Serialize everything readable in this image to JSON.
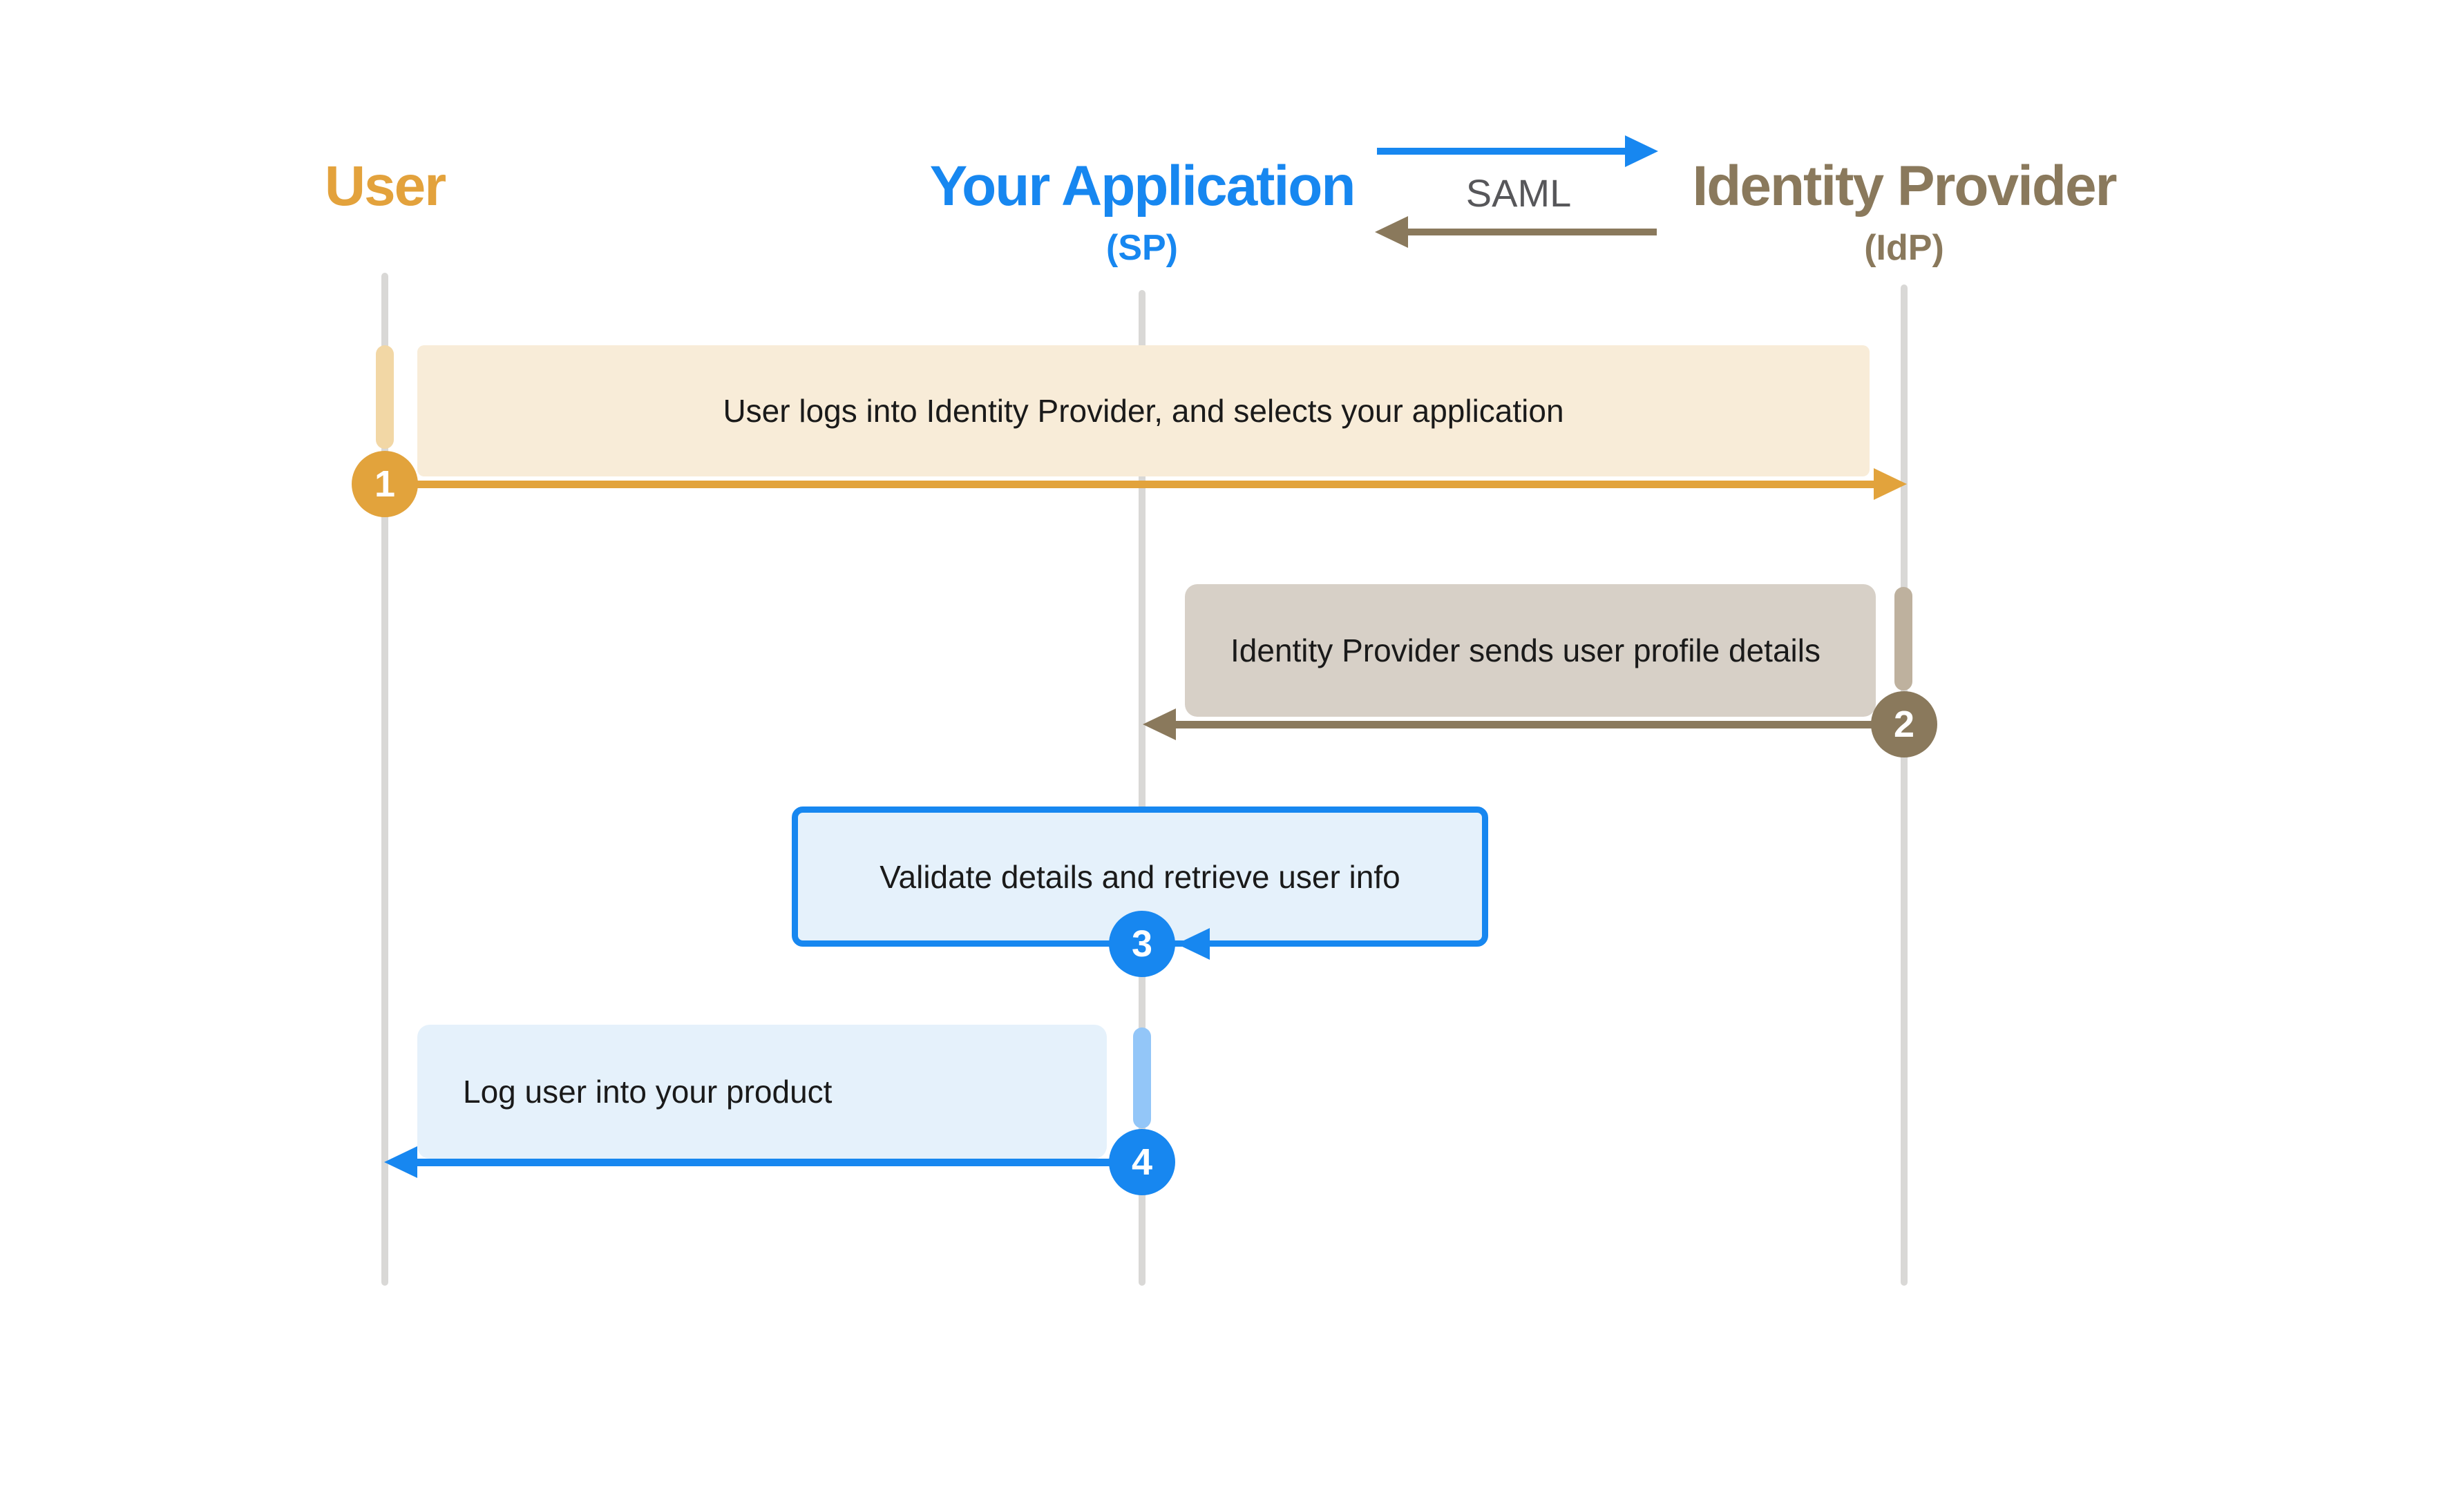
{
  "actors": [
    {
      "label": "User",
      "sublabel": "",
      "color": "#e3a23c"
    },
    {
      "label": "Your Application",
      "sublabel": "(SP)",
      "color": "#1787f0"
    },
    {
      "label": "Identity Provider",
      "sublabel": "(IdP)",
      "color": "#8a795c"
    }
  ],
  "legend": {
    "label": "SAML",
    "forward_arrow_color": "#1787f0",
    "return_arrow_color": "#8a795c",
    "label_color": "#57575a"
  },
  "messages": [
    {
      "step": "1",
      "text": "User logs into Identity Provider, and selects your application",
      "from": "User",
      "to": "Identity Provider",
      "arrow_color": "#e2a33c",
      "box_color": "#f8ecd8"
    },
    {
      "step": "2",
      "text": "Identity Provider sends user profile details",
      "from": "Identity Provider",
      "to": "Your Application",
      "arrow_color": "#8a795c",
      "box_color": "#d7d0c7"
    },
    {
      "step": "3",
      "text": "Validate details and retrieve user info",
      "from": "Your Application",
      "to": "Your Application",
      "arrow_color": "#1787f0",
      "box_color": "#e5f1fb"
    },
    {
      "step": "4",
      "text": "Log user into your product",
      "from": "Your Application",
      "to": "User",
      "arrow_color": "#1787f0",
      "box_color": "#e5f1fb"
    }
  ],
  "colors": {
    "background": "#ffffff",
    "lifeline": "#d9d8d6",
    "body_text": "#1a1a1a",
    "amber": "#e2a33c",
    "blue": "#1787f0",
    "brown": "#8a795c",
    "activation_amber": "#f2d7a5",
    "activation_taupe": "#beb19e",
    "activation_blue": "#93c6f8"
  }
}
